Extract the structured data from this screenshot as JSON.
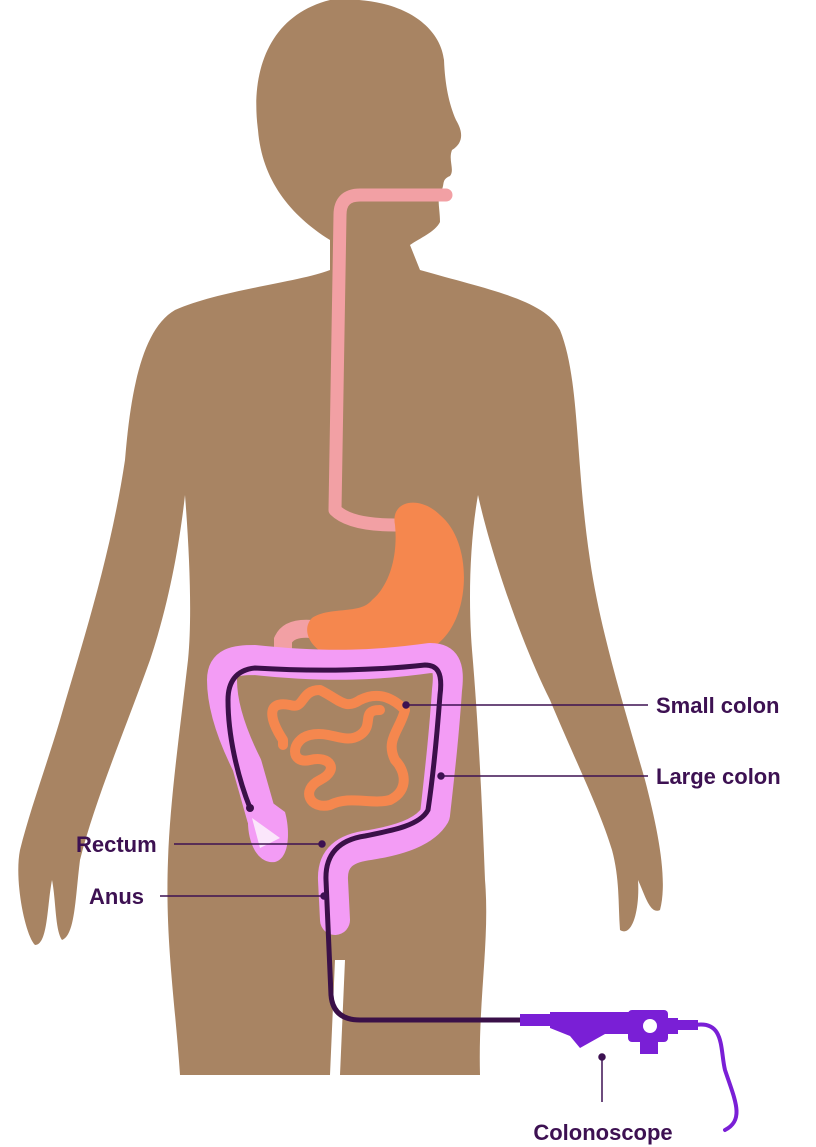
{
  "labels": {
    "small_colon": "Small colon",
    "large_colon": "Large colon",
    "rectum": "Rectum",
    "anus": "Anus",
    "colonoscope": "Colonoscope"
  },
  "colors": {
    "skin": "#a88463",
    "esophagus": "#f2a0a4",
    "stomach": "#f5874e",
    "small_intestine": "#f5874e",
    "large_intestine": "#f39cf5",
    "scope_line": "#3a1048",
    "scope_device": "#7a1fd6",
    "label_text": "#3d1152"
  }
}
